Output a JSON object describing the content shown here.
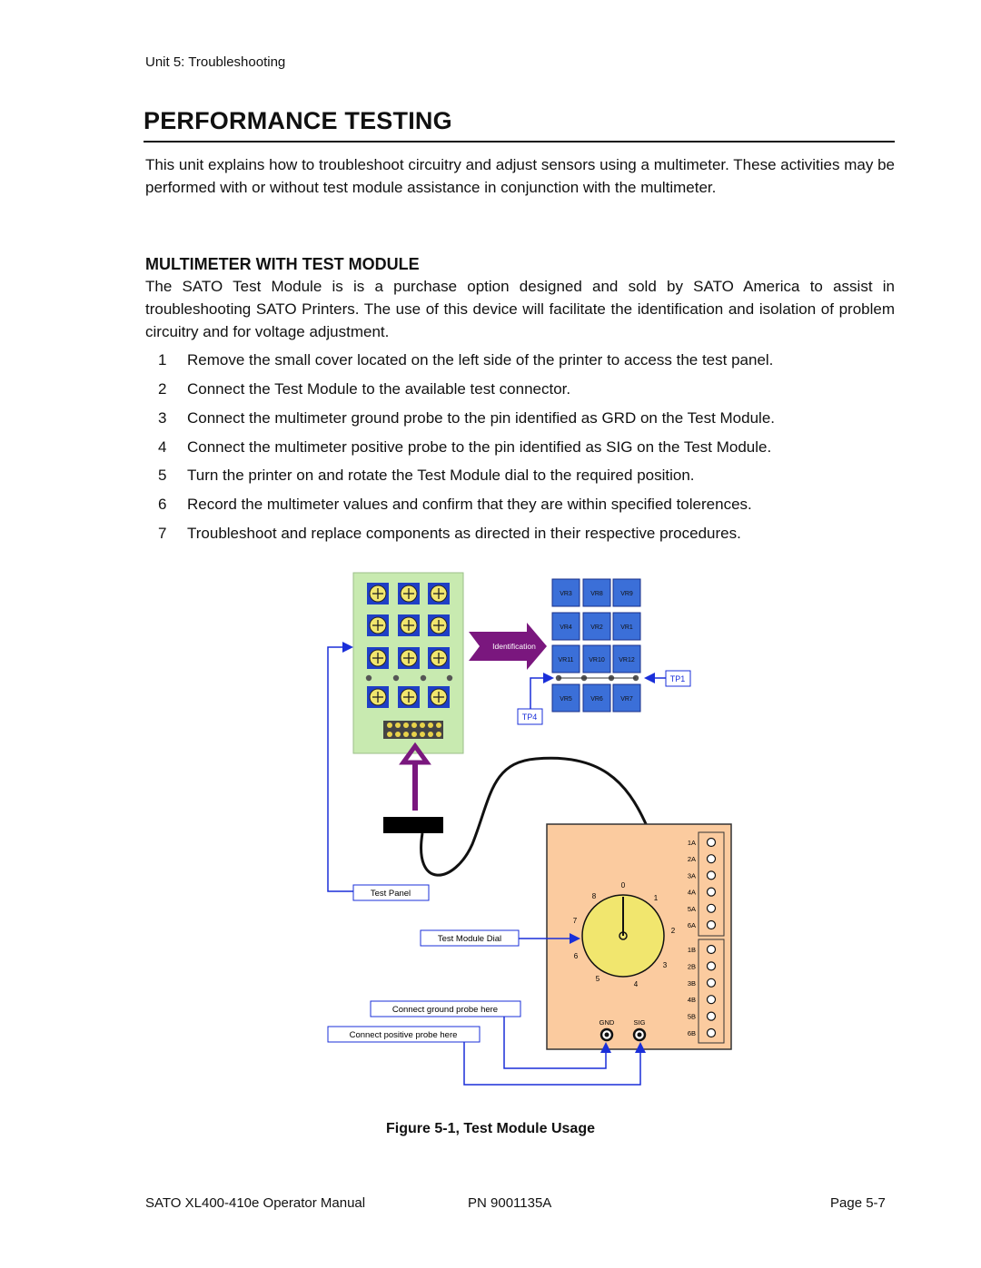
{
  "header": {
    "running": "Unit 5: Troubleshooting"
  },
  "title": "PERFORMANCE TESTING",
  "intro": "This unit explains how to troubleshoot circuitry and adjust sensors using a multimeter. These activities may be performed with or without test module assistance in conjunction with the multimeter.",
  "section": {
    "heading": "MULTIMETER WITH TEST MODULE",
    "body": "The SATO Test Module is is a purchase option designed and sold by SATO America to assist in troubleshooting SATO Printers. The use of this device will facilitate the identification and isolation of problem circuitry and for voltage adjustment."
  },
  "steps": [
    {
      "num": "1",
      "text": "Remove the small cover located on the left side of the printer to access the test panel."
    },
    {
      "num": "2",
      "text": "Connect the Test Module to the available test connector."
    },
    {
      "num": "3",
      "text": "Connect the multimeter ground probe to the pin identified as GRD on the Test Module."
    },
    {
      "num": "4",
      "text": "Connect the multimeter positive probe to the pin identified as SIG on the Test Module."
    },
    {
      "num": "5",
      "text": "Turn the printer on and rotate the Test Module dial to the required position."
    },
    {
      "num": "6",
      "text": "Record the multimeter values and confirm that they are within specified tolerences."
    },
    {
      "num": "7",
      "text": "Troubleshoot and replace components as directed in their respective procedures."
    }
  ],
  "figure": {
    "identification": "Identification",
    "vr_rows": [
      [
        "VR3",
        "VR8",
        "VR9"
      ],
      [
        "VR4",
        "VR2",
        "VR1"
      ],
      [
        "VR11",
        "VR10",
        "VR12"
      ],
      [
        "VR5",
        "VR6",
        "VR7"
      ]
    ],
    "tp1": "TP1",
    "tp4": "TP4",
    "test_panel": "Test Panel",
    "test_module_dial": "Test Module Dial",
    "ground_probe": "Connect ground probe here",
    "positive_probe": "Connect positive probe here",
    "dial_numbers": [
      "0",
      "1",
      "2",
      "3",
      "4",
      "5",
      "6",
      "7",
      "8"
    ],
    "pins_a": [
      "1A",
      "2A",
      "3A",
      "4A",
      "5A",
      "6A"
    ],
    "pins_b": [
      "1B",
      "2B",
      "3B",
      "4B",
      "5B",
      "6B"
    ],
    "gnd": "GND",
    "sig": "SIG",
    "colors": {
      "panel": "#c8eab0",
      "module": "#fbcb9f",
      "vr_box": "#3b6fd8",
      "knob": "#f1e66e",
      "arrow": "#7a177e",
      "connector_blue": "#1a2fd9"
    }
  },
  "caption": "Figure 5-1, Test Module Usage",
  "footer": {
    "left": "SATO XL400-410e Operator Manual",
    "middle": "PN 9001135A",
    "right": "Page 5-7"
  }
}
